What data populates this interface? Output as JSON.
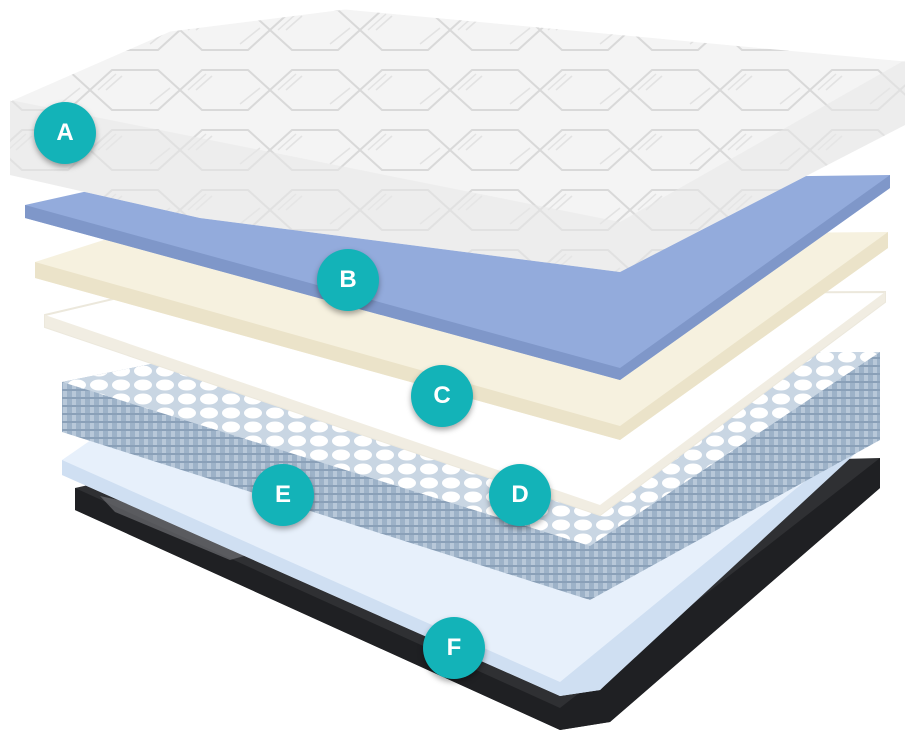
{
  "colors": {
    "badge": "#13b3b8",
    "cover": "#f3f3f3",
    "gel_foam": "#93abdc",
    "comfort_foam": "#f6f1df",
    "transition_foam": "#ffffff",
    "coils": "#9db2c8",
    "base_foam": "#e7f0fb",
    "foundation": "#2f3033"
  },
  "layers": [
    {
      "id": "A"
    },
    {
      "id": "B"
    },
    {
      "id": "C"
    },
    {
      "id": "D"
    },
    {
      "id": "E"
    },
    {
      "id": "F"
    }
  ]
}
